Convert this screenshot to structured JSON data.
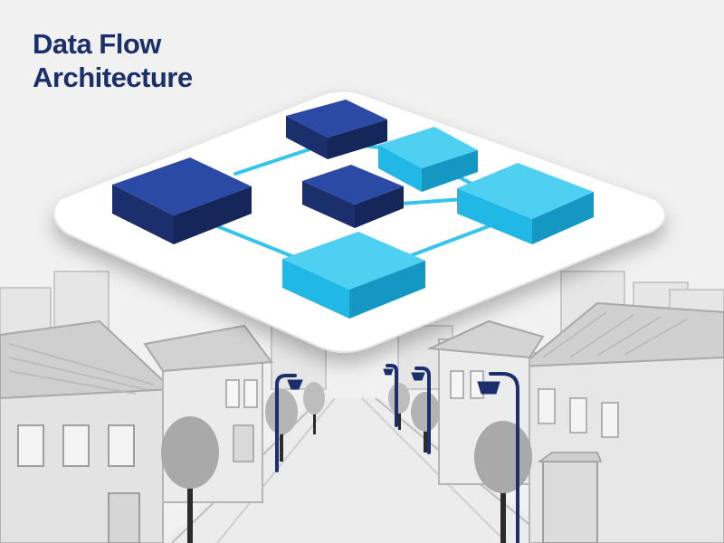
{
  "title": {
    "line1": "Data Flow",
    "line2": "Architecture"
  },
  "colors": {
    "title": "#1a2f6b",
    "node_dark": "#1e3a8a",
    "node_light": "#22b8e6",
    "connector": "#35c4ea",
    "platform": "#ffffff",
    "street_pole": "#1a2f6b",
    "buildings": "#dcdcdc",
    "trees": "#a9a9a9"
  },
  "diagram": {
    "nodes": [
      {
        "id": "node-top-center",
        "tone": "dark"
      },
      {
        "id": "node-top-right",
        "tone": "light"
      },
      {
        "id": "node-left",
        "tone": "dark"
      },
      {
        "id": "node-center",
        "tone": "dark"
      },
      {
        "id": "node-right",
        "tone": "light"
      },
      {
        "id": "node-bottom",
        "tone": "light"
      }
    ],
    "connections": [
      [
        "node-left",
        "node-top-center"
      ],
      [
        "node-top-center",
        "node-top-right"
      ],
      [
        "node-left",
        "node-bottom"
      ],
      [
        "node-bottom",
        "node-right"
      ],
      [
        "node-center",
        "node-right"
      ],
      [
        "node-top-right",
        "node-right"
      ]
    ]
  },
  "scene": {
    "background": "street-with-houses",
    "street_lamps": 4,
    "trees": 6
  }
}
